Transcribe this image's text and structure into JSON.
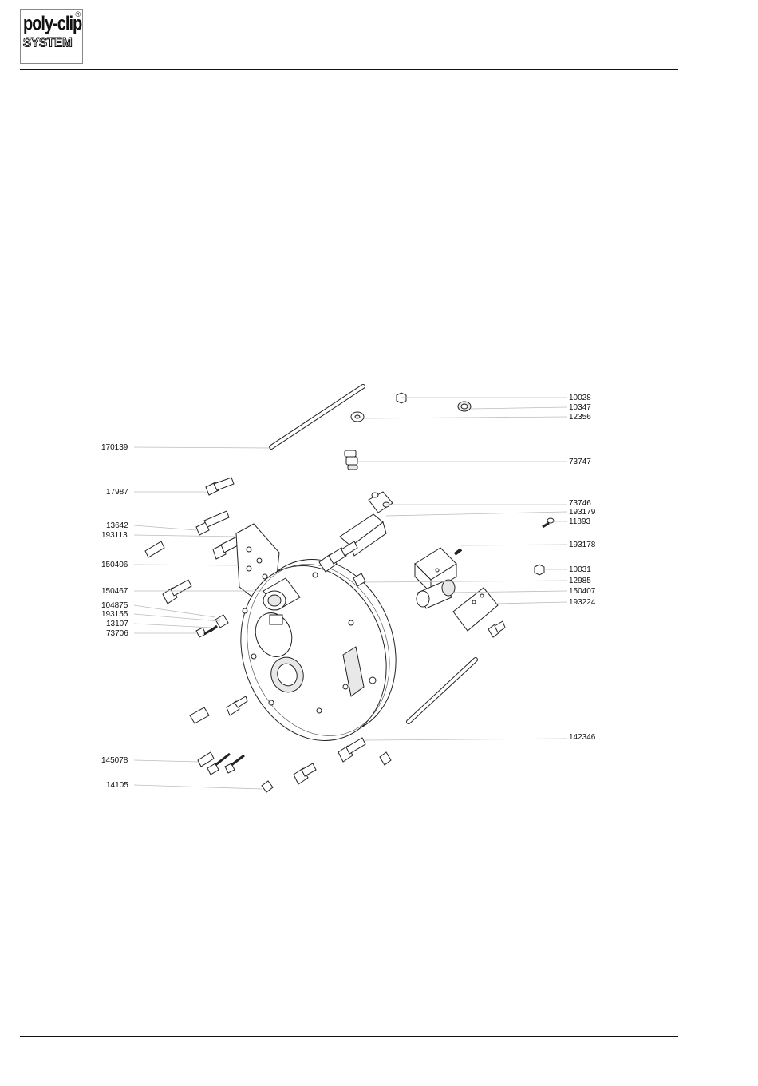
{
  "header": {
    "logo_top": "poly-clip",
    "logo_registered": "®",
    "logo_bottom": "SYSTEM"
  },
  "diagram": {
    "labels_left": [
      "170139",
      "17987",
      "13642",
      "193113",
      "150406",
      "150467",
      "104875",
      "193155",
      "13107",
      "73706",
      "145078",
      "14105"
    ],
    "labels_right": [
      "10028",
      "10347",
      "12356",
      "73747",
      "73746",
      "193179",
      "11893",
      "193178",
      "10031",
      "12985",
      "150407",
      "193224",
      "142346"
    ]
  }
}
